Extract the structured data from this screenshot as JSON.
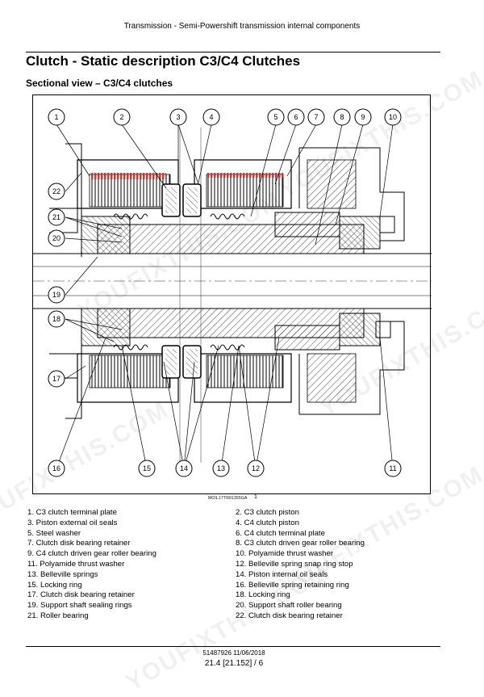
{
  "header": {
    "title": "Transmission - Semi-Powershift transmission internal components"
  },
  "section_title": "Clutch - Static description C3/C4 Clutches",
  "subsection_title": "Sectional view – C3/C4 clutches",
  "figure": {
    "callouts_top": [
      "1",
      "2",
      "3",
      "4",
      "5",
      "6",
      "7",
      "8",
      "9",
      "10"
    ],
    "callouts_left": [
      "22",
      "21",
      "20",
      "19",
      "18",
      "17"
    ],
    "callouts_bottom": [
      "16",
      "15",
      "14",
      "13",
      "12",
      "11"
    ],
    "code": "MOIL17TR01355GA",
    "number": "1"
  },
  "legend": [
    [
      "1.  C3 clutch terminal plate",
      "2.  C3 clutch piston"
    ],
    [
      "3.  Piston external oil seals",
      "4.  C4 clutch piston"
    ],
    [
      "5.  Steel washer",
      "6.  C4 clutch terminal plate"
    ],
    [
      "7.  Clutch disk bearing retainer",
      "8.  C3 clutch driven gear roller bearing"
    ],
    [
      "9.  C4 clutch driven gear roller bearing",
      "10.  Polyamide thrust washer"
    ],
    [
      "11.  Polyamide thrust washer",
      "12.  Belleville spring snap ring stop"
    ],
    [
      "13.  Belleville springs",
      "14.  Piston internal oil seals"
    ],
    [
      "15.  Locking ring",
      "16.  Belleville spring retaining ring"
    ],
    [
      "17.  Clutch disk bearing retainer",
      "18.  Locking ring"
    ],
    [
      "19.  Support shaft sealing rings",
      "20.  Support shaft roller bearing"
    ],
    [
      "21.  Roller bearing",
      "22.  Clutch disk bearing retainer"
    ]
  ],
  "footer": {
    "doc": "51487926 11/06/2018",
    "page": "21.4 [21.152] / 6"
  },
  "watermark": "YOUFIXTHIS.COM",
  "colors": {
    "highlight": "#d9342b",
    "line": "#000000"
  }
}
